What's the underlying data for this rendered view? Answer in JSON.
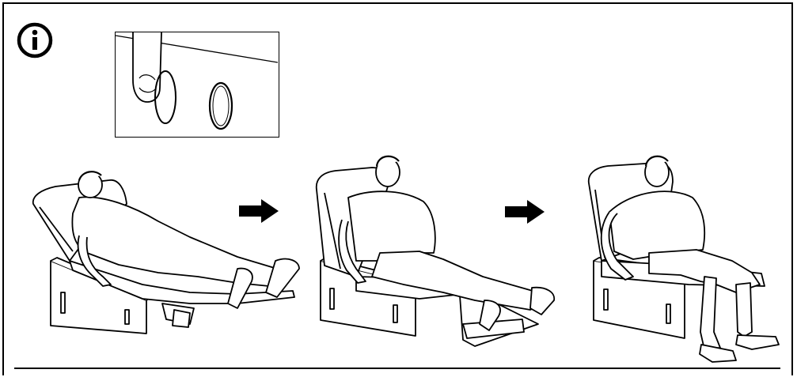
{
  "page": {
    "kind": "assembly-instruction-illustration",
    "icon": "info-icon",
    "colors": {
      "line": "#000000",
      "background": "#ffffff"
    }
  },
  "inset": {
    "description_icons": [
      "finger-icon",
      "pressed-button-icon",
      "button-icon"
    ]
  },
  "steps": [
    {
      "state": "fully-reclined",
      "icon": "reclined-person-icon"
    },
    {
      "state": "partially-reclined",
      "icon": "half-reclined-person-icon"
    },
    {
      "state": "upright",
      "icon": "seated-person-icon"
    }
  ],
  "arrows": [
    "right-arrow-icon",
    "right-arrow-icon"
  ]
}
